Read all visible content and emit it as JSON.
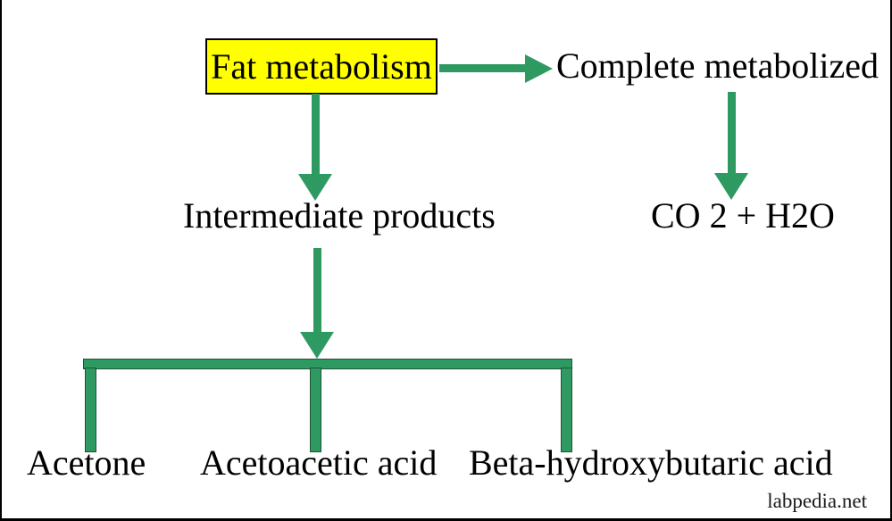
{
  "diagram": {
    "title_box": {
      "label": "Fat metabolism"
    },
    "nodes": {
      "complete": "Complete metabolized",
      "co2": "CO 2 + H2O",
      "intermediate": "Intermediate products",
      "acetone": "Acetone",
      "acetoacetic": "Acetoacetic acid",
      "beta_hydroxy": "Beta-hydroxybutaric acid"
    },
    "watermark": "labpedia.net",
    "colors": {
      "arrow_green": "#2e9a62",
      "box_yellow": "#ffff00",
      "box_border": "#000000",
      "bar_outline": "#1f5236",
      "text": "#000000"
    }
  }
}
